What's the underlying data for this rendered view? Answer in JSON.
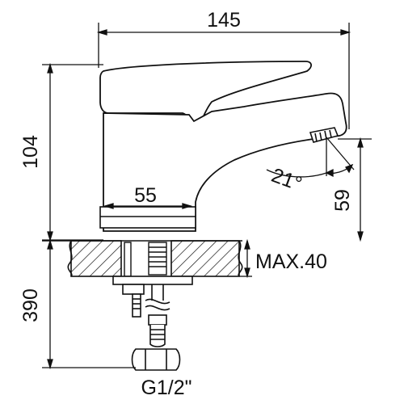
{
  "diagram": {
    "overall_width": "145",
    "body_height": "104",
    "base_width": "55",
    "spout_angle": "21°",
    "spout_height": "59",
    "max_thickness": "MAX.40",
    "hose_length": "390",
    "thread_size": "G1/2\""
  },
  "colors": {
    "line": "#111111",
    "background": "#ffffff"
  }
}
